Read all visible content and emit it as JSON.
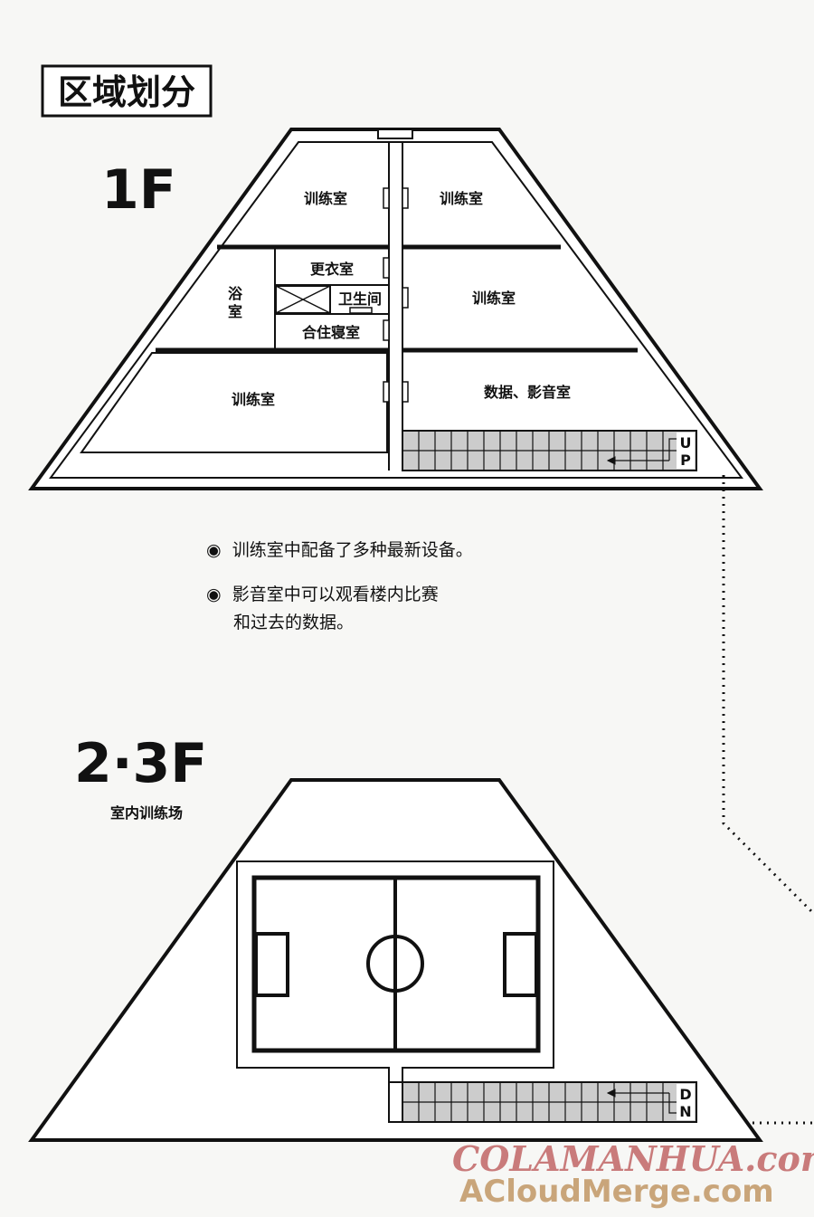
{
  "section_title": "区域划分",
  "floor1": {
    "label": "1F",
    "rooms": {
      "train_tl": "训练室",
      "train_tr": "训练室",
      "bath": "浴室",
      "locker": "更衣室",
      "toilet": "卫生间",
      "dorm": "合住寝室",
      "train_mr": "训练室",
      "train_bl": "训练室",
      "media": "数据、影音室"
    },
    "stairs_label": "UP"
  },
  "notes": [
    {
      "bullet": "◉",
      "text": "训练室中配备了多种最新设备。"
    },
    {
      "bullet": "◉",
      "text": "影音室中可以观看楼内比赛",
      "text2": "和过去的数据。"
    }
  ],
  "floor23": {
    "label": "2·3F",
    "subtitle": "室内训练场",
    "stairs_label": "DN"
  },
  "watermark": {
    "line1": "COLAMANHUA.com",
    "line2": "ACloudMerge.com"
  }
}
